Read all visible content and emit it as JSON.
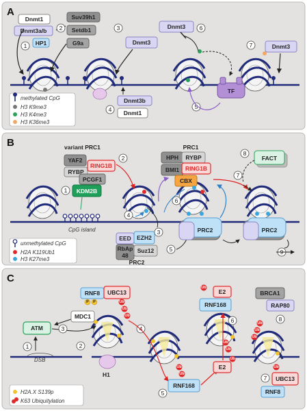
{
  "panels": {
    "a": {
      "letter": "A",
      "labels": {
        "dnmt1": "Dnmt1",
        "dnmt3ab": "Dnmt3a/b",
        "hp1": "HP1",
        "suv39h1": "Suv39h1",
        "setdb1": "Setdb1",
        "g9a": "G9a",
        "dnmt3_mid": "Dnmt3",
        "dnmt3b": "Dnmt3b",
        "dnmt1_mid": "Dnmt1",
        "dnmt3_top": "Dnmt3",
        "tf": "TF",
        "dnmt3_right": "Dnmt3"
      },
      "steps": [
        "1",
        "2",
        "3",
        "4",
        "5",
        "6",
        "7"
      ],
      "legend": [
        {
          "text": "methylated CpG",
          "color": "#1f2a7a",
          "symbol": "pin"
        },
        {
          "text": "H3 K9me3",
          "color": "#777777",
          "symbol": "dot"
        },
        {
          "text": "H3 K4me3",
          "color": "#2aa05a",
          "symbol": "dot"
        },
        {
          "text": "H3 K36me3",
          "color": "#f0a868",
          "symbol": "dot"
        }
      ]
    },
    "b": {
      "letter": "B",
      "labels": {
        "variant_prc1": "variant PRC1",
        "yaf2": "YAF2",
        "rybp_left": "RYBP",
        "ring1b_left": "RING1B",
        "pcgf1": "PCGF1",
        "kdm2b": "KDM2B",
        "cpg_island": "CpG island",
        "eed": "EED",
        "ezh2": "EZH2",
        "rbap48_a": "RbAp",
        "rbap48_b": "48",
        "suz12": "Suz12",
        "prc2_label": "PRC2",
        "prc1_label": "PRC1",
        "hph": "HPH",
        "rybp_top": "RYBP",
        "bmi1": "BMI1",
        "ring1b_top": "RING1B",
        "cbx": "CBX",
        "fact": "FACT",
        "prc2_mid": "PRC2",
        "prc2_right": "PRC2"
      },
      "steps": [
        "1",
        "2",
        "3",
        "4",
        "5",
        "6",
        "7",
        "8",
        "9"
      ],
      "legend": [
        {
          "text": "unmethylated CpG",
          "color": "#1f2a7a",
          "symbol": "ring"
        },
        {
          "text": "H2A K119Ub1",
          "color": "#e02a2a",
          "symbol": "dot"
        },
        {
          "text": "H3 K27me3",
          "color": "#3aa6dc",
          "symbol": "dot"
        }
      ]
    },
    "c": {
      "letter": "C",
      "labels": {
        "atm": "ATM",
        "mdc1": "MDC1",
        "rnf8": "RNF8",
        "ubc13": "UBC13",
        "dsb": "DSB",
        "h1": "H1",
        "rnf168_bottom": "RNF168",
        "e2_top": "E2",
        "rnf168_top": "RNF168",
        "e2_bottom": "E2",
        "brca1": "BRCA1",
        "rap80": "RAP80",
        "ubc13_right": "UBC13",
        "rnf8_right": "RNF8",
        "p": "P",
        "ub": "Ub"
      },
      "steps": [
        "1",
        "2",
        "3",
        "4",
        "5",
        "6",
        "7",
        "8"
      ],
      "legend": [
        {
          "text": "H2A.X S139p",
          "color": "#f2c230",
          "symbol": "dot"
        },
        {
          "text": "K63 Ubiquitylation",
          "color": "#e02a2a",
          "symbol": "ub"
        }
      ]
    }
  },
  "colors": {
    "panel_bg": "#e4e2e0",
    "dna": "#1f2a7a",
    "lavender": "#d8d6f2",
    "gray_box": "#8f8f8f",
    "blue_box": "#bfe1f7",
    "red": "#e02a2a",
    "pink": "#fbd8d8",
    "green": "#2aa05a",
    "mint": "#d9f2e4",
    "purple": "#9b7fd0",
    "orange": "#f6a542"
  }
}
